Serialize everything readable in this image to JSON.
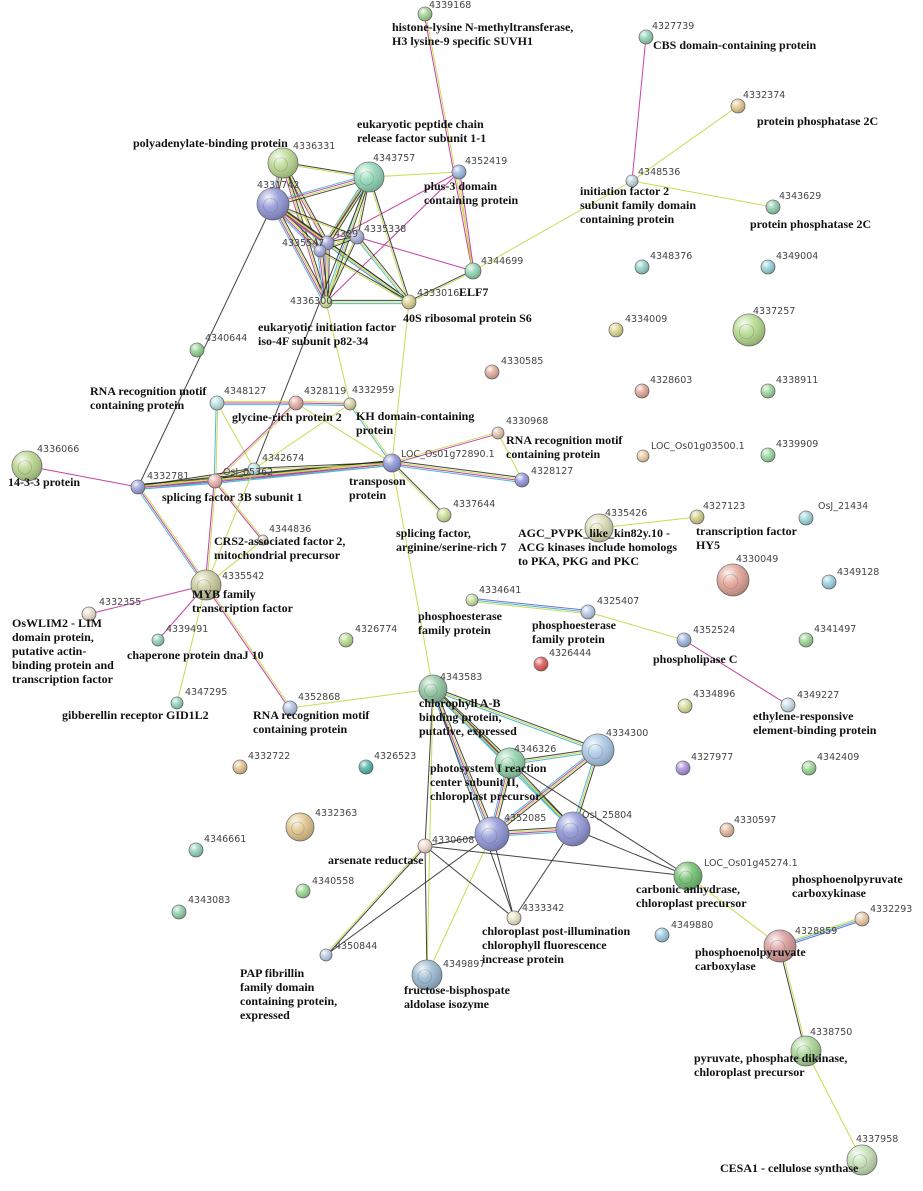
{
  "network": {
    "nodes": [
      {
        "key": "n4339168",
        "id": "4339168",
        "color": "#9fcf8f"
      },
      {
        "key": "n4327739",
        "id": "4327739",
        "color": "#8fd0b0"
      },
      {
        "key": "n4332374",
        "id": "4332374",
        "color": "#e2c68c"
      },
      {
        "key": "n4348536",
        "id": "4348536",
        "color": "#bcd3dd"
      },
      {
        "key": "n4343629",
        "id": "4343629",
        "color": "#8fcca8"
      },
      {
        "key": "n4336331",
        "id": "4336331",
        "color": "#b9d98e"
      },
      {
        "key": "n4343757",
        "id": "4343757",
        "color": "#8fd6b4"
      },
      {
        "key": "n4352419",
        "id": "4352419",
        "color": "#9ab8de"
      },
      {
        "key": "n4331742",
        "id": "4331742",
        "color": "#8f94d6"
      },
      {
        "key": "n4329",
        "id": "4329",
        "color": "#9b9fd8"
      },
      {
        "key": "n4335338",
        "id": "4335338",
        "color": "#a7acd9"
      },
      {
        "key": "n4335547",
        "id": "4335547",
        "color": "#a0a7d6"
      },
      {
        "key": "n4344699",
        "id": "4344699",
        "color": "#8fd3b2"
      },
      {
        "key": "n4336300",
        "id": "4336300",
        "color": "#c9dc8e"
      },
      {
        "key": "n4333016",
        "id": "4333016",
        "color": "#d9cf8f"
      },
      {
        "key": "n4348376",
        "id": "4348376",
        "color": "#8fd1c8"
      },
      {
        "key": "n4349004",
        "id": "4349004",
        "color": "#90d0d8"
      },
      {
        "key": "n4334009",
        "id": "4334009",
        "color": "#d9d48a"
      },
      {
        "key": "n4337257",
        "id": "4337257",
        "color": "#b3d98a"
      },
      {
        "key": "n4340644",
        "id": "4340644",
        "color": "#8fd08f"
      },
      {
        "key": "n4330585",
        "id": "4330585",
        "color": "#e2a89a"
      },
      {
        "key": "n4328603",
        "id": "4328603",
        "color": "#e0a596"
      },
      {
        "key": "n4338911",
        "id": "4338911",
        "color": "#9ad69a"
      },
      {
        "key": "n4348127",
        "id": "4348127",
        "color": "#b9e0e2"
      },
      {
        "key": "n4328119",
        "id": "4328119",
        "color": "#e3a9a2"
      },
      {
        "key": "n4332959",
        "id": "4332959",
        "color": "#d9cfa0"
      },
      {
        "key": "n4330968",
        "id": "4330968",
        "color": "#e2c0a8"
      },
      {
        "key": "nLOCg03500",
        "id": "LOC_Os01g03500.1",
        "color": "#f0c8a0"
      },
      {
        "key": "n4339909",
        "id": "4339909",
        "color": "#98d69a"
      },
      {
        "key": "n4336066",
        "id": "4336066",
        "color": "#b7d48a"
      },
      {
        "key": "n4332781",
        "id": "4332781",
        "color": "#9a9ed6"
      },
      {
        "key": "nOsJ05362",
        "id": "OsJ_05362",
        "color": "#e6b0aa"
      },
      {
        "key": "n4342674",
        "id": "4342674",
        "color": "#b8dfe5"
      },
      {
        "key": "nLOCg72890",
        "id": "LOC_Os01g72890.1",
        "color": "#8f95d8"
      },
      {
        "key": "n4328127",
        "id": "4328127",
        "color": "#8f95d8"
      },
      {
        "key": "n4337644",
        "id": "4337644",
        "color": "#c9df96"
      },
      {
        "key": "n4335426",
        "id": "4335426",
        "color": "#d8dcb2"
      },
      {
        "key": "n4327123",
        "id": "4327123",
        "color": "#d0cd8a"
      },
      {
        "key": "nOsJ21434",
        "id": "OsJ_21434",
        "color": "#98d4d8"
      },
      {
        "key": "n4344836",
        "id": "4344836",
        "color": "#e6d4c4"
      },
      {
        "key": "n4335542",
        "id": "4335542",
        "color": "#c9c99a"
      },
      {
        "key": "n4330049",
        "id": "4330049",
        "color": "#e2a294"
      },
      {
        "key": "n4349128",
        "id": "4349128",
        "color": "#98d0e0"
      },
      {
        "key": "n4332355",
        "id": "4332355",
        "color": "#eadccc"
      },
      {
        "key": "n4334641",
        "id": "4334641",
        "color": "#c4e09c"
      },
      {
        "key": "n4325407",
        "id": "4325407",
        "color": "#b8c9e6"
      },
      {
        "key": "n4339491",
        "id": "4339491",
        "color": "#8fd0b8"
      },
      {
        "key": "n4326774",
        "id": "4326774",
        "color": "#b9d98e"
      },
      {
        "key": "n4326444",
        "id": "4326444",
        "color": "#e05858"
      },
      {
        "key": "n4352524",
        "id": "4352524",
        "color": "#9eb4dc"
      },
      {
        "key": "n4341497",
        "id": "4341497",
        "color": "#98d690"
      },
      {
        "key": "n4343583",
        "id": "4343583",
        "color": "#8fc4a0"
      },
      {
        "key": "n4347295",
        "id": "4347295",
        "color": "#8fd2bc"
      },
      {
        "key": "n4352868",
        "id": "4352868",
        "color": "#b0c4e4"
      },
      {
        "key": "n4334896",
        "id": "4334896",
        "color": "#d6dc98"
      },
      {
        "key": "n4349227",
        "id": "4349227",
        "color": "#c8dde6"
      },
      {
        "key": "n4334300",
        "id": "4334300",
        "color": "#a9c8e6"
      },
      {
        "key": "n4346326",
        "id": "4346326",
        "color": "#8fd2a8"
      },
      {
        "key": "n4332722",
        "id": "4332722",
        "color": "#e0c08c"
      },
      {
        "key": "n4326523",
        "id": "4326523",
        "color": "#4fb3a8"
      },
      {
        "key": "n4327977",
        "id": "4327977",
        "color": "#a890d8"
      },
      {
        "key": "n4342409",
        "id": "4342409",
        "color": "#98d690"
      },
      {
        "key": "n4332363",
        "id": "4332363",
        "color": "#e2c48c"
      },
      {
        "key": "n4352085",
        "id": "4352085",
        "color": "#8f95d8"
      },
      {
        "key": "nOsI25804",
        "id": "OsI_25804",
        "color": "#8f95d8"
      },
      {
        "key": "n4330597",
        "id": "4330597",
        "color": "#e2b49a"
      },
      {
        "key": "n4346661",
        "id": "4346661",
        "color": "#8fd0b8"
      },
      {
        "key": "n4330608",
        "id": "4330608",
        "color": "#f0d8cc"
      },
      {
        "key": "nLOCg45274",
        "id": "LOC_Os01g45274.1",
        "color": "#6fbf6f"
      },
      {
        "key": "n4340558",
        "id": "4340558",
        "color": "#98d690"
      },
      {
        "key": "n4343083",
        "id": "4343083",
        "color": "#8fd0a8"
      },
      {
        "key": "n4333342",
        "id": "4333342",
        "color": "#e8e2c4"
      },
      {
        "key": "n4349880",
        "id": "4349880",
        "color": "#98c8e0"
      },
      {
        "key": "n4328859",
        "id": "4328859",
        "color": "#d89a9a"
      },
      {
        "key": "n4332293",
        "id": "4332293",
        "color": "#e8c8a4"
      },
      {
        "key": "n4350844",
        "id": "4350844",
        "color": "#b8cce6"
      },
      {
        "key": "n4349897",
        "id": "4349897",
        "color": "#98b8d0"
      },
      {
        "key": "n4338750",
        "id": "4338750",
        "color": "#a8d494"
      },
      {
        "key": "n4337958",
        "id": "4337958",
        "color": "#c4e0b4"
      }
    ],
    "names": [
      {
        "key": "t_suvh1",
        "lines": [
          "histone-lysine N-methyltransferase,",
          "H3 lysine-9 specific SUVH1"
        ]
      },
      {
        "key": "t_cbs",
        "lines": [
          "CBS domain-containing protein"
        ]
      },
      {
        "key": "t_pp2c_a",
        "lines": [
          "protein phosphatase 2C"
        ]
      },
      {
        "key": "t_if2",
        "lines": [
          "initiation factor 2",
          "subunit family domain",
          "containing protein"
        ]
      },
      {
        "key": "t_pp2c_b",
        "lines": [
          "protein phosphatase 2C"
        ]
      },
      {
        "key": "t_pab",
        "lines": [
          "polyadenylate-binding protein"
        ]
      },
      {
        "key": "t_erf1",
        "lines": [
          "eukaryotic peptide chain",
          "release factor subunit 1-1"
        ]
      },
      {
        "key": "t_plus3",
        "lines": [
          "plus-3 domain",
          "containing protein"
        ]
      },
      {
        "key": "t_elf7",
        "lines": [
          "ELF7"
        ]
      },
      {
        "key": "t_s6",
        "lines": [
          "40S ribosomal protein S6"
        ]
      },
      {
        "key": "t_eif4f",
        "lines": [
          "eukaryotic initiation factor",
          "iso-4F subunit p82-34"
        ]
      },
      {
        "key": "t_rrm_a",
        "lines": [
          "RNA recognition motif",
          "containing protein"
        ]
      },
      {
        "key": "t_grp2",
        "lines": [
          "glycine-rich protein 2"
        ]
      },
      {
        "key": "t_kh",
        "lines": [
          "KH domain-containing",
          "protein"
        ]
      },
      {
        "key": "t_rrm_b",
        "lines": [
          "RNA recognition motif",
          "containing protein"
        ]
      },
      {
        "key": "t_1433",
        "lines": [
          "14-3-3 protein"
        ]
      },
      {
        "key": "t_sf3b",
        "lines": [
          "splicing factor 3B subunit 1"
        ]
      },
      {
        "key": "t_transposon",
        "lines": [
          "transposon",
          "protein"
        ]
      },
      {
        "key": "t_srsf7",
        "lines": [
          "splicing factor,",
          "arginine/serine-rich 7"
        ]
      },
      {
        "key": "t_agc",
        "lines": [
          "AGC_PVPK_like_kin82y.10 -",
          "ACG kinases include homologs",
          "to PKA, PKG and PKC"
        ]
      },
      {
        "key": "t_hy5",
        "lines": [
          "transcription factor",
          "HY5"
        ]
      },
      {
        "key": "t_crs2",
        "lines": [
          "CRS2-associated factor 2,",
          "mitochondrial precursor"
        ]
      },
      {
        "key": "t_myb",
        "lines": [
          "MYB family",
          "transcription factor"
        ]
      },
      {
        "key": "t_lim",
        "lines": [
          "OsWLIM2 - LIM",
          "domain protein,",
          "putative actin-",
          "binding protein and",
          "transcription factor"
        ]
      },
      {
        "key": "t_dnaj",
        "lines": [
          "chaperone protein dnaJ 10"
        ]
      },
      {
        "key": "t_pde_a",
        "lines": [
          "phosphoesterase",
          "family protein"
        ]
      },
      {
        "key": "t_pde_b",
        "lines": [
          "phosphoesterase",
          "family protein"
        ]
      },
      {
        "key": "t_plc",
        "lines": [
          "phospholipase C"
        ]
      },
      {
        "key": "t_gid1",
        "lines": [
          "gibberellin receptor GID1L2"
        ]
      },
      {
        "key": "t_rrm_c",
        "lines": [
          "RNA recognition motif",
          "containing protein"
        ]
      },
      {
        "key": "t_cab",
        "lines": [
          "chlorophyll A-B",
          "binding protein,",
          "putative, expressed"
        ]
      },
      {
        "key": "t_erebp",
        "lines": [
          "ethylene-responsive",
          "element-binding protein"
        ]
      },
      {
        "key": "t_psi",
        "lines": [
          "photosystem I reaction",
          "center subunit II,",
          "chloroplast precursor"
        ]
      },
      {
        "key": "t_arsenate",
        "lines": [
          "arsenate reductase"
        ]
      },
      {
        "key": "t_pepck",
        "lines": [
          "phosphoenolpyruvate",
          "carboxykinase"
        ]
      },
      {
        "key": "t_ca",
        "lines": [
          "carbonic anhydrase,",
          "chloroplast precursor"
        ]
      },
      {
        "key": "t_cpfi",
        "lines": [
          "chloroplast post-illumination",
          "chlorophyll fluorescence",
          "increase protein"
        ]
      },
      {
        "key": "t_pepc",
        "lines": [
          "phosphoenolpyruvate",
          "carboxylase"
        ]
      },
      {
        "key": "t_pap",
        "lines": [
          "PAP fibrillin",
          "family domain",
          "containing protein,",
          "expressed"
        ]
      },
      {
        "key": "t_fba",
        "lines": [
          "fructose-bisphospate",
          "aldolase isozyme"
        ]
      },
      {
        "key": "t_ppdk",
        "lines": [
          "pyruvate, phosphate dikinase,",
          "chloroplast precursor"
        ]
      },
      {
        "key": "t_cesa1",
        "lines": [
          "CESA1 - cellulose synthase"
        ]
      }
    ],
    "edge_colors": {
      "coexpression": "#222222",
      "textmining": "#c6d84a",
      "experiments": "#c0389e",
      "databases": "#46b4d0",
      "homology": "#6a6ad0",
      "neighborhood": "#3e9a5a"
    }
  }
}
